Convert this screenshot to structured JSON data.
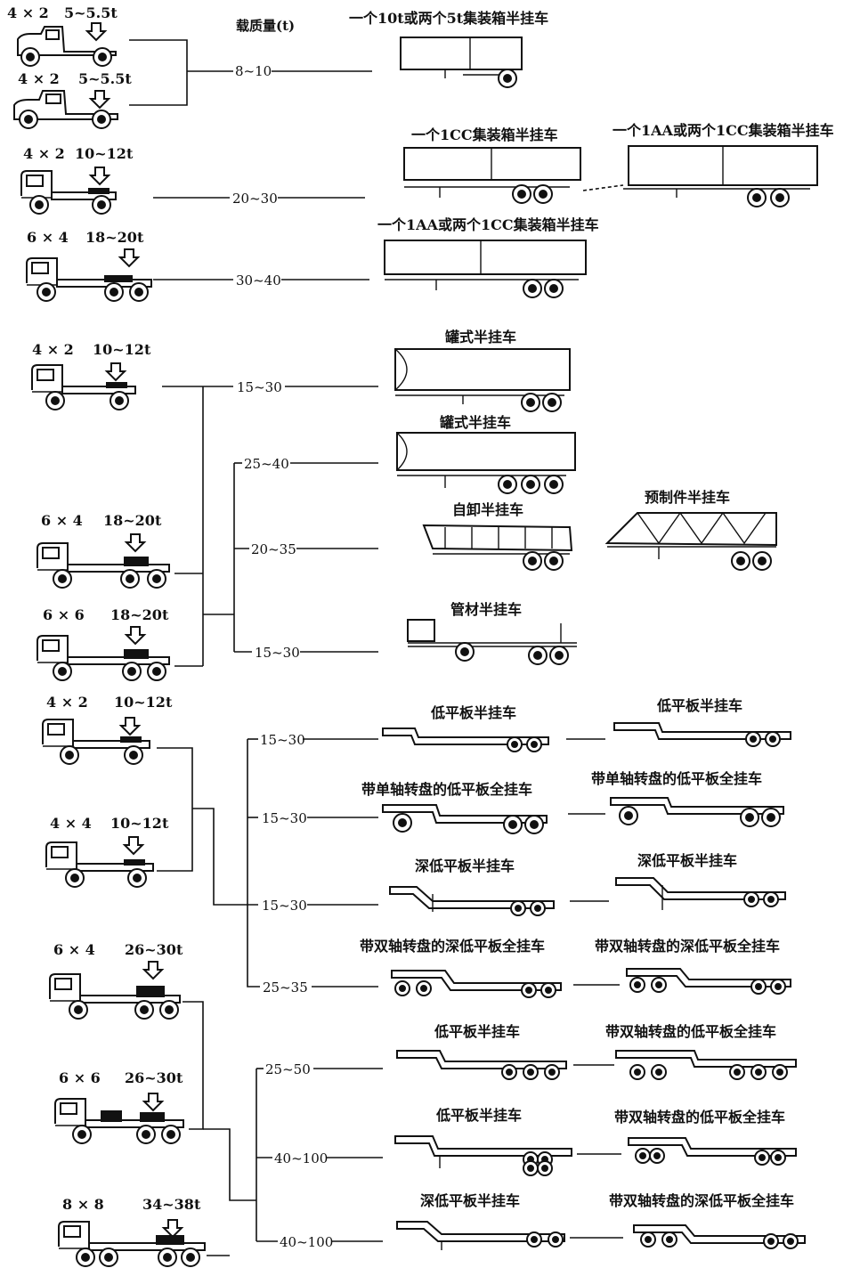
{
  "header": {
    "capacity_title": "载质量(t)"
  },
  "tractors": [
    {
      "id": "t1",
      "config": "4 × 2",
      "load": "5~5.5t"
    },
    {
      "id": "t2",
      "config": "4 × 2",
      "load": "5~5.5t"
    },
    {
      "id": "t3",
      "config": "4 × 2",
      "load": "10~12t"
    },
    {
      "id": "t4",
      "config": "6 × 4",
      "load": "18~20t"
    },
    {
      "id": "t5",
      "config": "4 × 2",
      "load": "10~12t"
    },
    {
      "id": "t6",
      "config": "6 × 4",
      "load": "18~20t"
    },
    {
      "id": "t7",
      "config": "6 × 6",
      "load": "18~20t"
    },
    {
      "id": "t8",
      "config": "4 × 2",
      "load": "10~12t"
    },
    {
      "id": "t9",
      "config": "4 × 4",
      "load": "10~12t"
    },
    {
      "id": "t10",
      "config": "6 × 4",
      "load": "26~30t"
    },
    {
      "id": "t11",
      "config": "6 × 6",
      "load": "26~30t"
    },
    {
      "id": "t12",
      "config": "8 × 8",
      "load": "34~38t"
    }
  ],
  "ranges": {
    "r1": "8~10",
    "r2": "20~30",
    "r3": "30~40",
    "r4": "15~30",
    "r5": "25~40",
    "r6": "20~35",
    "r7": "15~30",
    "r8": "15~30",
    "r9": "15~30",
    "r10": "15~30",
    "r11": "25~35",
    "r12": "25~50",
    "r13": "40~100",
    "r14": "40~100"
  },
  "trailers": {
    "container_10t": "一个10t或两个5t集装箱半挂车",
    "container_1cc": "一个1CC集装箱半挂车",
    "container_1aa_right": "一个1AA或两个1CC集装箱半挂车",
    "container_1aa": "一个1AA或两个1CC集装箱半挂车",
    "tank_1": "罐式半挂车",
    "tank_2": "罐式半挂车",
    "dump": "自卸半挂车",
    "precast": "预制件半挂车",
    "pipe": "管材半挂车",
    "low_semi_1": "低平板半挂车",
    "low_semi_1_right": "低平板半挂车",
    "low_full_single_left": "带单轴转盘的低平板全挂车",
    "low_full_single_right": "带单轴转盘的低平板全挂车",
    "deep_semi_1": "深低平板半挂车",
    "deep_semi_1_right": "深低平板半挂车",
    "deep_full_double_left": "带双轴转盘的深低平板全挂车",
    "deep_full_double_right": "带双轴转盘的深低平板全挂车",
    "low_semi_2": "低平板半挂车",
    "low_full_double_1": "带双轴转盘的低平板全挂车",
    "low_semi_3": "低平板半挂车",
    "low_full_double_2": "带双轴转盘的低平板全挂车",
    "deep_semi_2": "深低平板半挂车",
    "deep_full_double_2": "带双轴转盘的深低平板全挂车"
  }
}
